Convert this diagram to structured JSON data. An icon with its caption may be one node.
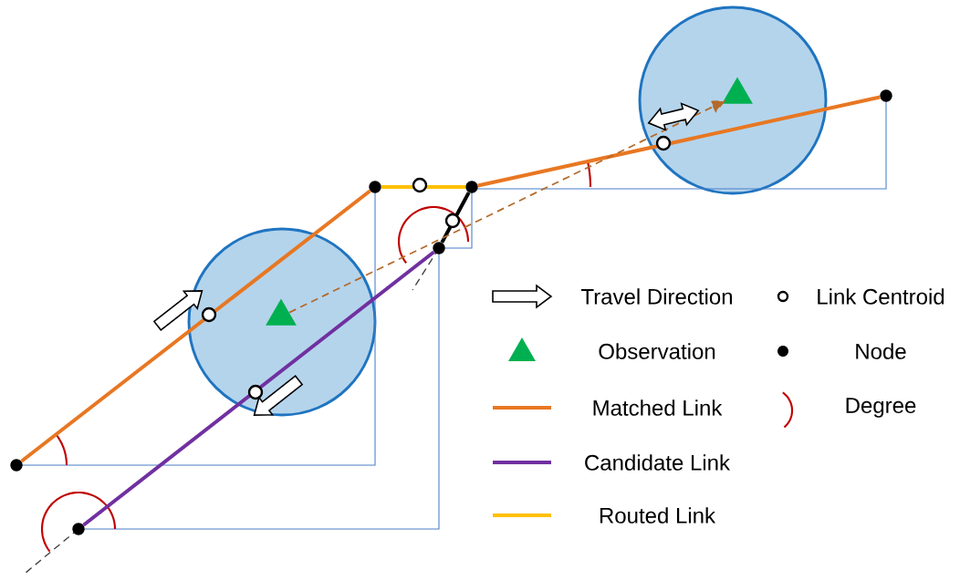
{
  "diagram": {
    "nodes": [
      {
        "text": [],
        "shape": "circle"
      },
      {
        "text": [],
        "shape": "circle"
      },
      {
        "text": [],
        "shape": "circle"
      },
      {
        "text": [],
        "shape": "circle"
      },
      {
        "text": [],
        "shape": "circle"
      },
      {
        "text": [],
        "shape": "circle"
      },
      {
        "text": [],
        "shape": "triangle"
      },
      {
        "text": [],
        "shape": "triangle"
      }
    ],
    "edges": [
      {
        "from": 0,
        "to": 1,
        "arrow": "none",
        "color": "#e87722"
      },
      {
        "from": 1,
        "to": 2,
        "arrow": "none",
        "color": "#ffc000"
      },
      {
        "from": 2,
        "to": 3,
        "arrow": "none",
        "color": "#e87722"
      },
      {
        "from": 4,
        "to": 2,
        "arrow": "none",
        "color": "#000000"
      },
      {
        "from": 5,
        "to": 4,
        "arrow": "none",
        "color": "#7030a0"
      },
      {
        "from": 6,
        "to": 7,
        "arrow": "to",
        "style": "dashed",
        "color": "#b46a2a"
      }
    ],
    "legend": [
      {
        "text": "Travel Direction"
      },
      {
        "text": "Link Centroid"
      },
      {
        "text": "Observation"
      },
      {
        "text": "Node"
      },
      {
        "text": "Matched Link",
        "color": "#e87722"
      },
      {
        "text": "Degree"
      },
      {
        "text": "Candidate Link",
        "color": "#7030a0"
      },
      {
        "text": "Routed Link",
        "color": "#ffc000"
      }
    ]
  }
}
